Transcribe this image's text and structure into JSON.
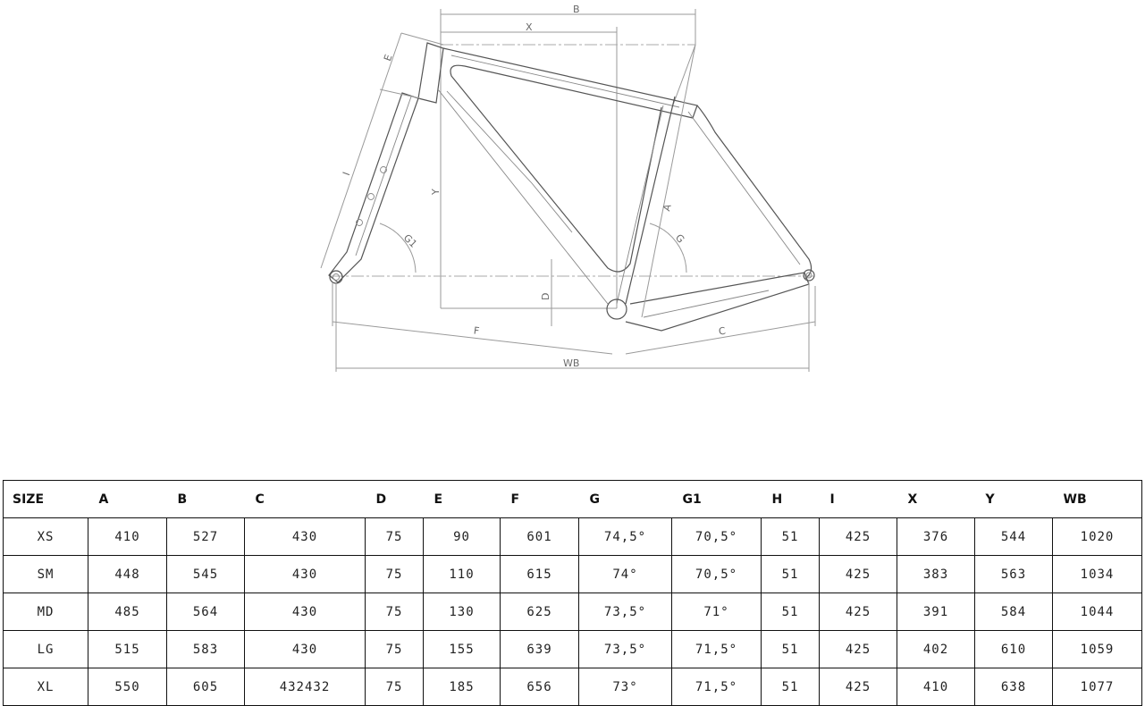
{
  "diagram": {
    "labels": {
      "B": "B",
      "X": "X",
      "E": "E",
      "I": "I",
      "Y": "Y",
      "G1": "G1",
      "D": "D",
      "A": "A",
      "G": "G",
      "F": "F",
      "C": "C",
      "WB": "WB"
    },
    "line_color": "#555555",
    "dimension_color": "#9a9a9a"
  },
  "table": {
    "headers": [
      "SIZE",
      "A",
      "B",
      "C",
      "D",
      "E",
      "F",
      "G",
      "G1",
      "H",
      "I",
      "X",
      "Y",
      "WB"
    ],
    "rows": [
      [
        "XS",
        "410",
        "527",
        "430",
        "75",
        "90",
        "601",
        "74,5°",
        "70,5°",
        "51",
        "425",
        "376",
        "544",
        "1020"
      ],
      [
        "SM",
        "448",
        "545",
        "430",
        "75",
        "110",
        "615",
        "74°",
        "70,5°",
        "51",
        "425",
        "383",
        "563",
        "1034"
      ],
      [
        "MD",
        "485",
        "564",
        "430",
        "75",
        "130",
        "625",
        "73,5°",
        "71°",
        "51",
        "425",
        "391",
        "584",
        "1044"
      ],
      [
        "LG",
        "515",
        "583",
        "430",
        "75",
        "155",
        "639",
        "73,5°",
        "71,5°",
        "51",
        "425",
        "402",
        "610",
        "1059"
      ],
      [
        "XL",
        "550",
        "605",
        "432432",
        "75",
        "185",
        "656",
        "73°",
        "71,5°",
        "51",
        "425",
        "410",
        "638",
        "1077"
      ]
    ]
  }
}
